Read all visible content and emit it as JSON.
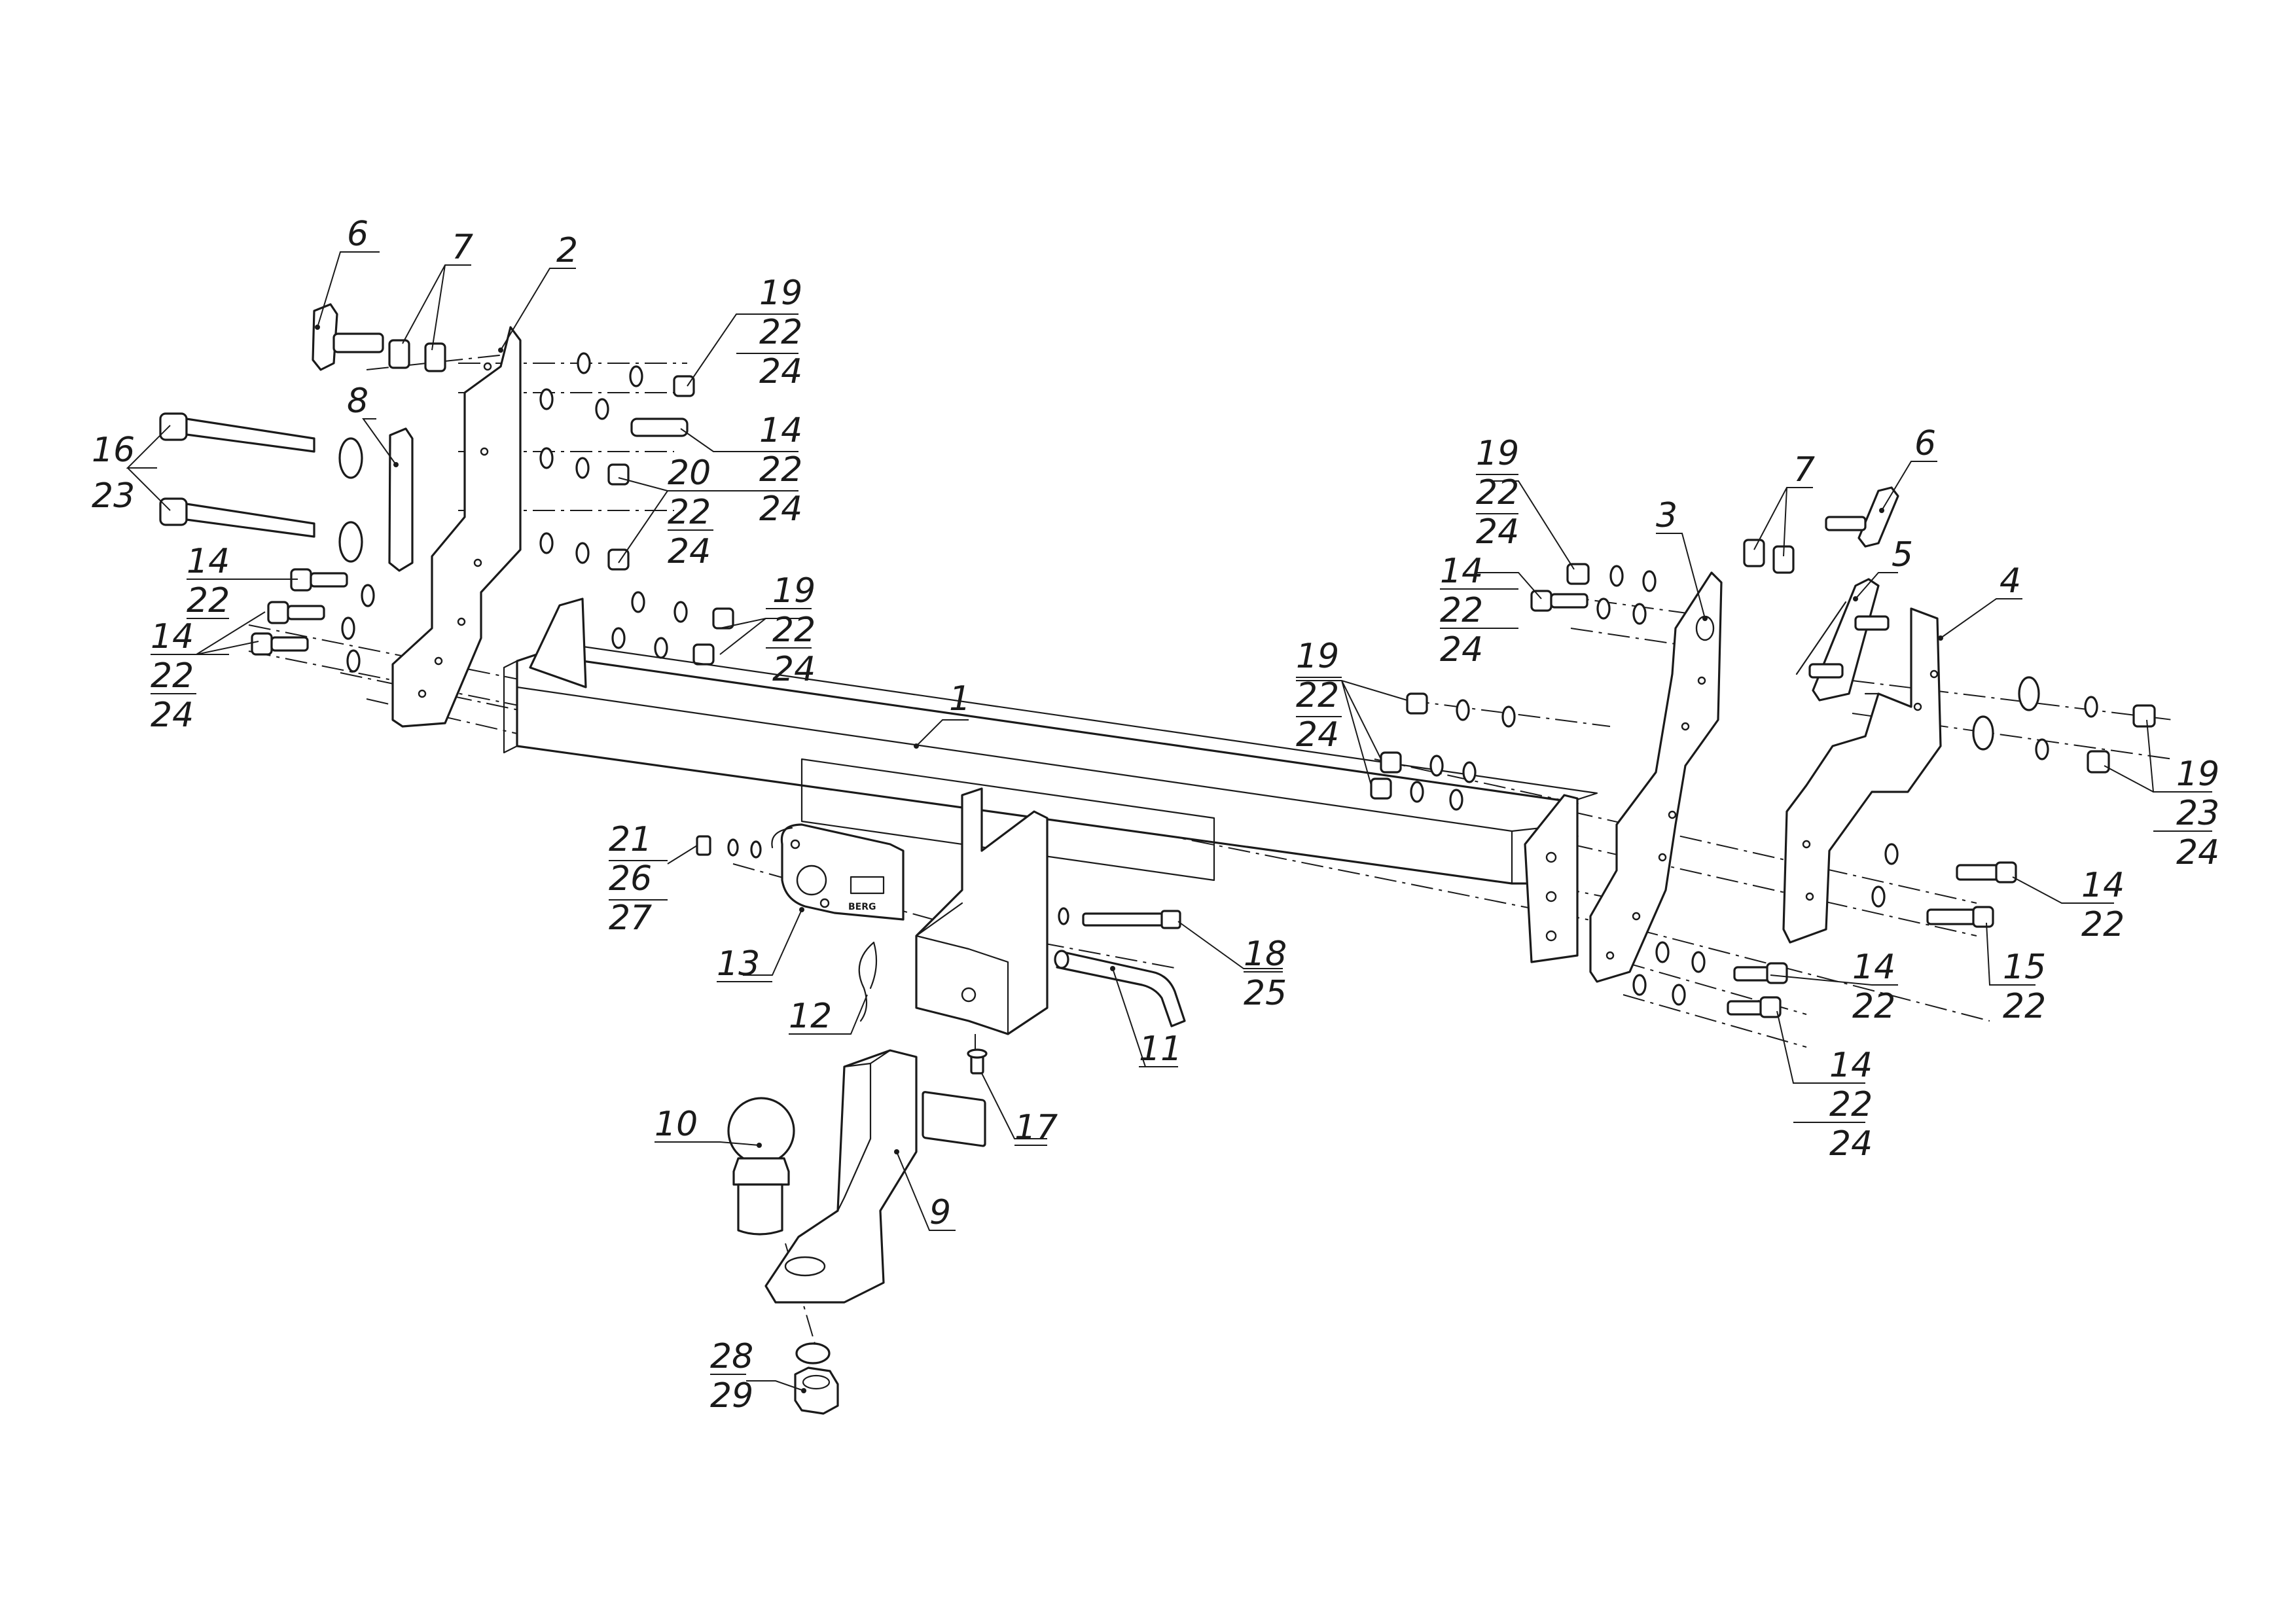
{
  "diagram": {
    "kind": "exploded-view assembly drawing",
    "line_color": "#1a1a1a",
    "background": "#ffffff",
    "stamp_text": "BERG",
    "callouts": [
      {
        "lines": [
          "6"
        ]
      },
      {
        "lines": [
          "7"
        ]
      },
      {
        "lines": [
          "2"
        ]
      },
      {
        "lines": [
          "19",
          "22",
          "24"
        ]
      },
      {
        "lines": [
          "16",
          "23"
        ]
      },
      {
        "lines": [
          "8"
        ]
      },
      {
        "lines": [
          "14",
          "22",
          "24"
        ]
      },
      {
        "lines": [
          "20",
          "22",
          "24"
        ]
      },
      {
        "lines": [
          "14",
          "22"
        ]
      },
      {
        "lines": [
          "14",
          "22",
          "24"
        ]
      },
      {
        "lines": [
          "19",
          "22",
          "24"
        ]
      },
      {
        "lines": [
          "1"
        ]
      },
      {
        "lines": [
          "21",
          "26",
          "27"
        ]
      },
      {
        "lines": [
          "13"
        ]
      },
      {
        "lines": [
          "12"
        ]
      },
      {
        "lines": [
          "10"
        ]
      },
      {
        "lines": [
          "9"
        ]
      },
      {
        "lines": [
          "17"
        ]
      },
      {
        "lines": [
          "11"
        ]
      },
      {
        "lines": [
          "18",
          "25"
        ]
      },
      {
        "lines": [
          "28",
          "29"
        ]
      },
      {
        "lines": [
          "19",
          "22",
          "24"
        ]
      },
      {
        "lines": [
          "14",
          "22",
          "24"
        ]
      },
      {
        "lines": [
          "19",
          "22",
          "24"
        ]
      },
      {
        "lines": [
          "3"
        ]
      },
      {
        "lines": [
          "7"
        ]
      },
      {
        "lines": [
          "6"
        ]
      },
      {
        "lines": [
          "5"
        ]
      },
      {
        "lines": [
          "4"
        ]
      },
      {
        "lines": [
          "19",
          "23",
          "24"
        ]
      },
      {
        "lines": [
          "14",
          "22"
        ]
      },
      {
        "lines": [
          "15",
          "22"
        ]
      },
      {
        "lines": [
          "14",
          "22"
        ]
      },
      {
        "lines": [
          "14",
          "22",
          "24"
        ]
      }
    ]
  }
}
